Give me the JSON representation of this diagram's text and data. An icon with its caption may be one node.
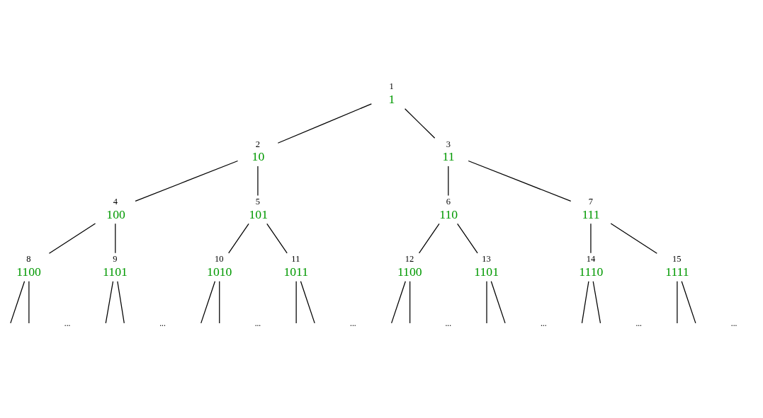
{
  "diagram": {
    "nodes": [
      {
        "text": [
          "1",
          "1"
        ]
      },
      {
        "text": [
          "2",
          "10"
        ]
      },
      {
        "text": [
          "3",
          "11"
        ]
      },
      {
        "text": [
          "4",
          "100"
        ]
      },
      {
        "text": [
          "5",
          "101"
        ]
      },
      {
        "text": [
          "6",
          "110"
        ]
      },
      {
        "text": [
          "7",
          "111"
        ]
      },
      {
        "text": [
          "8",
          "1100"
        ]
      },
      {
        "text": [
          "9",
          "1101"
        ]
      },
      {
        "text": [
          "10",
          "1010"
        ]
      },
      {
        "text": [
          "11",
          "1011"
        ]
      },
      {
        "text": [
          "12",
          "1100"
        ]
      },
      {
        "text": [
          "13",
          "1101"
        ]
      },
      {
        "text": [
          "14",
          "1110"
        ]
      },
      {
        "text": [
          "15",
          "1111"
        ]
      }
    ],
    "edges": [
      {
        "from": 0,
        "to": 1,
        "arrow": "none"
      },
      {
        "from": 0,
        "to": 2,
        "arrow": "none"
      },
      {
        "from": 1,
        "to": 3,
        "arrow": "none"
      },
      {
        "from": 1,
        "to": 4,
        "arrow": "none"
      },
      {
        "from": 2,
        "to": 5,
        "arrow": "none"
      },
      {
        "from": 2,
        "to": 6,
        "arrow": "none"
      },
      {
        "from": 3,
        "to": 7,
        "arrow": "none"
      },
      {
        "from": 3,
        "to": 8,
        "arrow": "none"
      },
      {
        "from": 4,
        "to": 9,
        "arrow": "none"
      },
      {
        "from": 4,
        "to": 10,
        "arrow": "none"
      },
      {
        "from": 5,
        "to": 11,
        "arrow": "none"
      },
      {
        "from": 5,
        "to": 12,
        "arrow": "none"
      },
      {
        "from": 6,
        "to": 13,
        "arrow": "none"
      },
      {
        "from": 6,
        "to": 14,
        "arrow": "none"
      },
      {
        "from": 7,
        "to": null,
        "arrow": "none"
      },
      {
        "from": 7,
        "to": null,
        "arrow": "none"
      },
      {
        "from": 8,
        "to": null,
        "arrow": "none"
      },
      {
        "from": 8,
        "to": null,
        "arrow": "none"
      },
      {
        "from": 9,
        "to": null,
        "arrow": "none"
      },
      {
        "from": 9,
        "to": null,
        "arrow": "none"
      },
      {
        "from": 10,
        "to": null,
        "arrow": "none"
      },
      {
        "from": 10,
        "to": null,
        "arrow": "none"
      },
      {
        "from": 11,
        "to": null,
        "arrow": "none"
      },
      {
        "from": 11,
        "to": null,
        "arrow": "none"
      },
      {
        "from": 12,
        "to": null,
        "arrow": "none"
      },
      {
        "from": 12,
        "to": null,
        "arrow": "none"
      },
      {
        "from": 13,
        "to": null,
        "arrow": "none"
      },
      {
        "from": 13,
        "to": null,
        "arrow": "none"
      },
      {
        "from": 14,
        "to": null,
        "arrow": "none"
      },
      {
        "from": 14,
        "to": null,
        "arrow": "none"
      }
    ],
    "labels": [
      "...",
      "...",
      "...",
      "...",
      "...",
      "...",
      "...",
      "..."
    ]
  }
}
